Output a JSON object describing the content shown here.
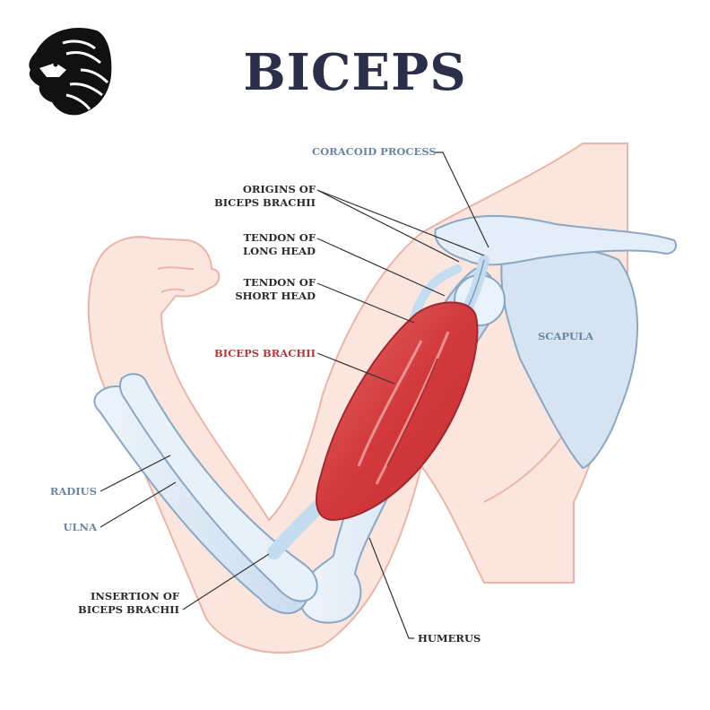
{
  "title": "BICEPS",
  "logo_icon": "lion-head-icon",
  "colors": {
    "title": "#2b2f4a",
    "muscle": "#d4474a",
    "bone": "#d9e6f3",
    "skin": "#fbe4dc",
    "label_dark": "#2a2a2a",
    "label_blue": "#6b86a3",
    "label_red": "#b5383a"
  },
  "labels": {
    "coracoid_process": "CORACOID PROCESS",
    "origins_line1": "ORIGINS OF",
    "origins_line2": "BICEPS BRACHII",
    "long_head_line1": "TENDON OF",
    "long_head_line2": "LONG HEAD",
    "short_head_line1": "TENDON OF",
    "short_head_line2": "SHORT HEAD",
    "biceps_brachii": "BICEPS BRACHII",
    "scapula": "SCAPULA",
    "radius": "RADIUS",
    "ulna": "ULNA",
    "insertion_line1": "INSERTION OF",
    "insertion_line2": "BICEPS BRACHII",
    "humerus": "HUMERUS"
  }
}
